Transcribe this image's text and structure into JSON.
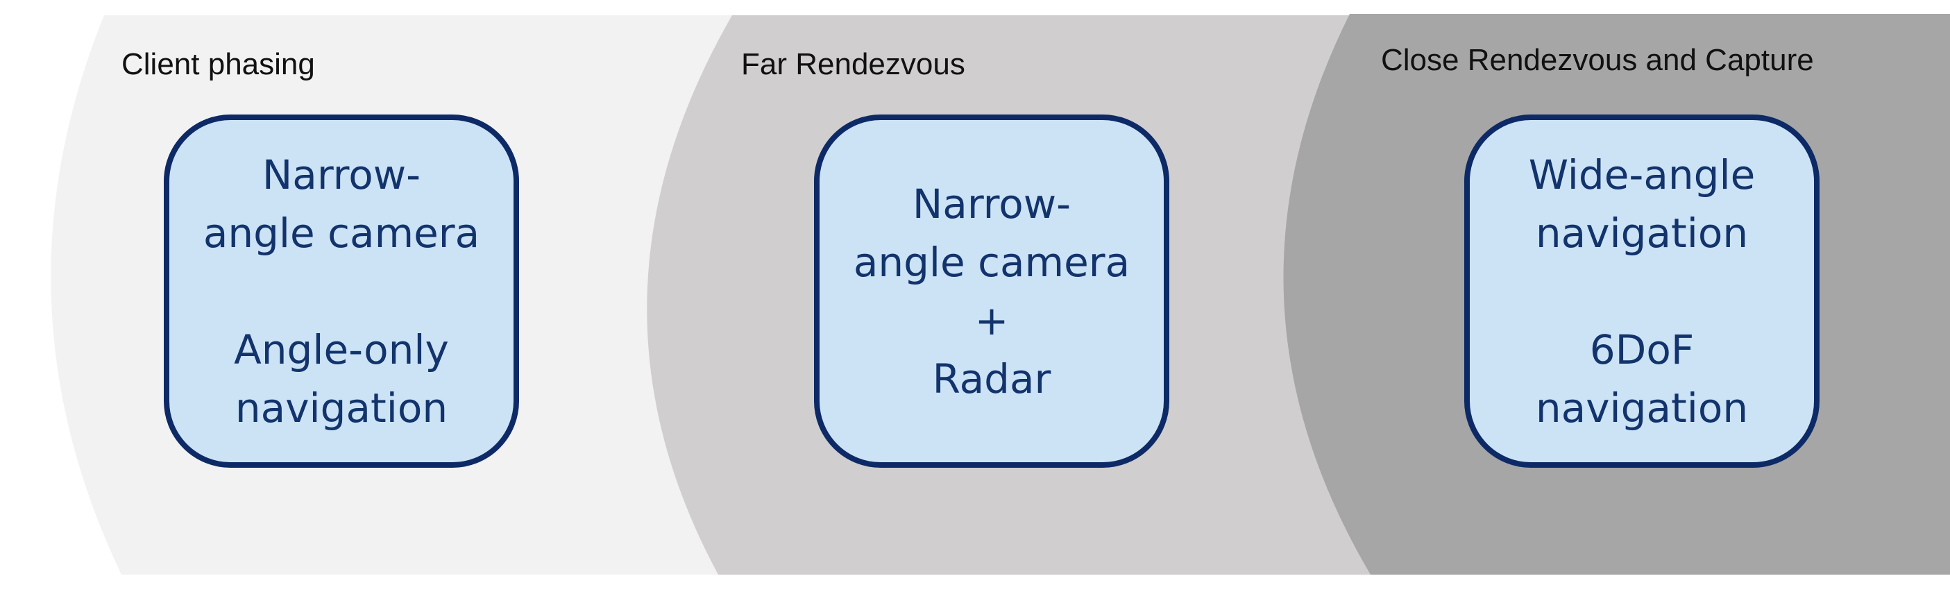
{
  "colors": {
    "phase_1_fill": "#f2f2f2",
    "phase_2_fill": "#d0cecf",
    "phase_3_fill": "#a6a6a6",
    "box_fill": "#cce3f6",
    "box_border": "#0d2a66",
    "box_text": "#12336b"
  },
  "phases": [
    {
      "label": "Client phasing",
      "box_lines": [
        "Narrow-",
        "angle camera",
        "",
        "Angle-only",
        "navigation"
      ]
    },
    {
      "label": "Far Rendezvous",
      "box_lines": [
        "Narrow-",
        "angle camera",
        "+",
        "Radar"
      ]
    },
    {
      "label": "Close Rendezvous and Capture",
      "box_lines": [
        "Wide-angle",
        "navigation",
        "",
        "6DoF",
        "navigation"
      ]
    }
  ]
}
